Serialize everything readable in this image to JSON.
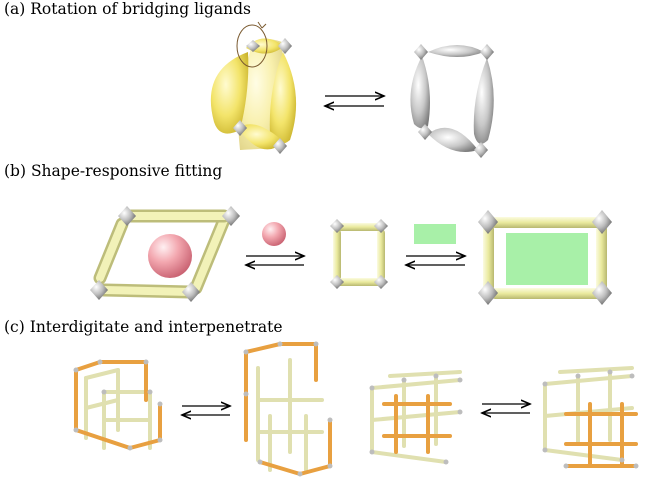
{
  "panels": {
    "a": {
      "label": "(a) Rotation of bridging ligands"
    },
    "b": {
      "label": "(b) Shape-responsive fitting"
    },
    "c": {
      "label": "(c) Interdigitate and interpenetrate"
    }
  },
  "colors": {
    "ligand_yellow": "#f3e46a",
    "ligand_grey": "#c8c8c8",
    "node_metal": "#b5b5b5",
    "rod_pale": "#e6e6b0",
    "rod_orange": "#e8a040",
    "guest_sphere": "#f0a0a8",
    "guest_rect": "#a8f0a8",
    "arrow": "#000000"
  }
}
